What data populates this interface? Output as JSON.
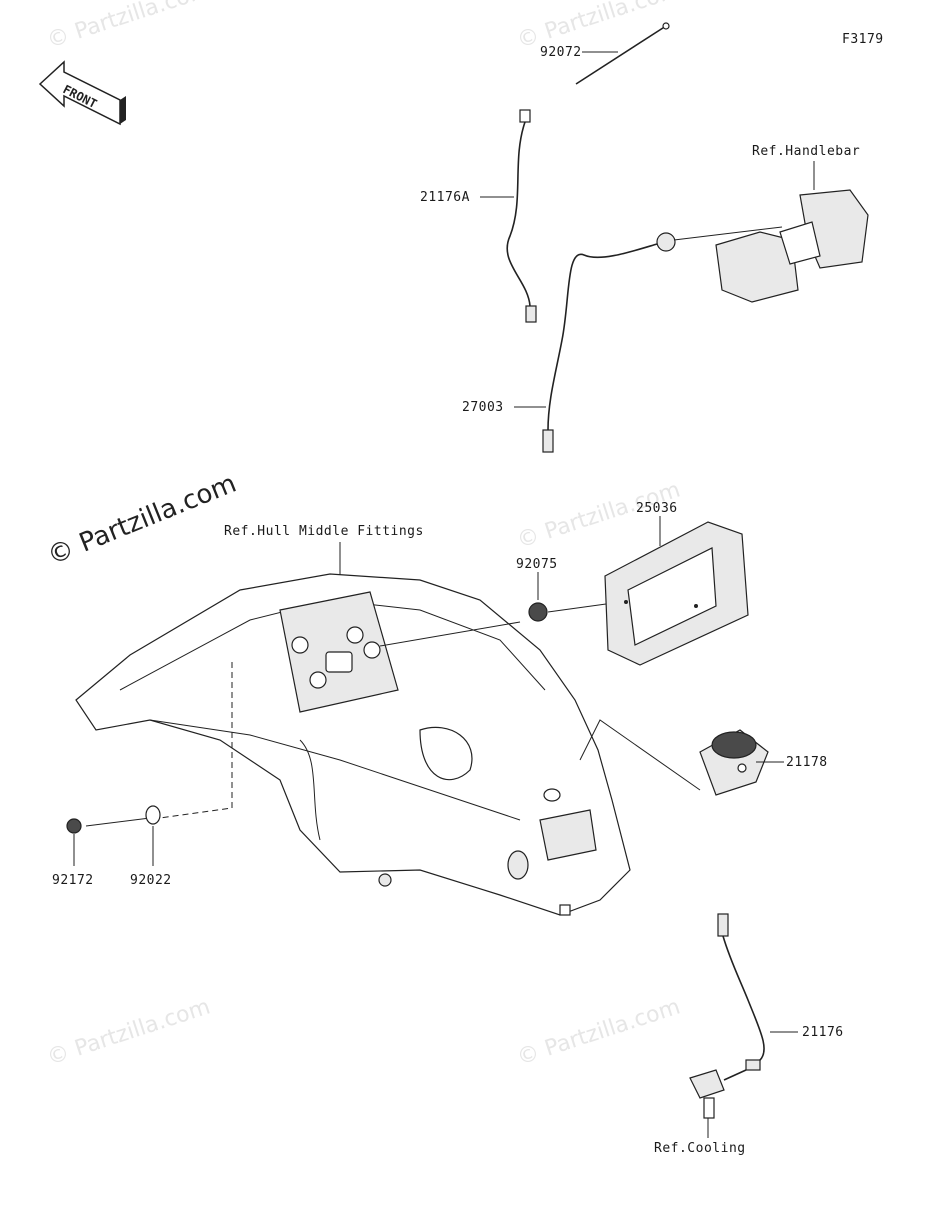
{
  "figure_code": "F3179",
  "front_arrow_label": "FRONT",
  "watermarks": [
    "© Partzilla.com"
  ],
  "main_watermark": "© Partzilla.com",
  "references": {
    "handlebar": "Ref.Handlebar",
    "hull_middle": "Ref.Hull Middle Fittings",
    "cooling": "Ref.Cooling"
  },
  "parts": {
    "p92072": "92072",
    "p21176A": "21176A",
    "p27003": "27003",
    "p25036": "25036",
    "p92075": "92075",
    "p21178": "21178",
    "p92172": "92172",
    "p92022": "92022",
    "p21176": "21176"
  }
}
